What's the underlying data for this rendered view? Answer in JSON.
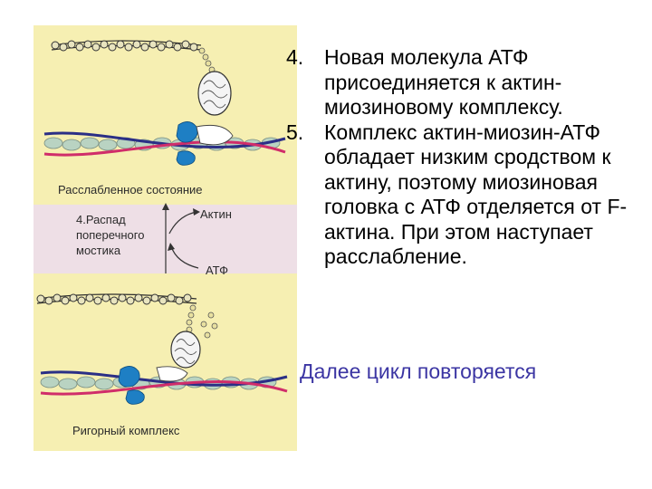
{
  "figure": {
    "relaxed_label": "Расслабленное состояние",
    "step_label": "4.Распад поперечного мостика",
    "actin_label": "Актин",
    "atp_label": "АТФ",
    "rigor_label": "Ригорный комплекс",
    "colors": {
      "panel_yellow": "#f6efb2",
      "panel_pink": "#eedfe6",
      "actin_bead": "#b9d3c2",
      "tropomyosin_red": "#d02d6a",
      "tropomyosin_blue": "#2b2f86",
      "myosin_head_blue": "#1e7fc4"
    }
  },
  "list": [
    {
      "number": "4.",
      "text": "Новая молекула АТФ присоединяется к актин-миозиновому комплексу."
    },
    {
      "number": "5.",
      "text": "Комплекс актин-миозин-АТФ обладает низким сродством к актину, поэтому миозиновая головка с АТФ отделяется от F-актина. При этом наступает расслабление."
    }
  ],
  "conclusion": "Далее цикл повторяется"
}
